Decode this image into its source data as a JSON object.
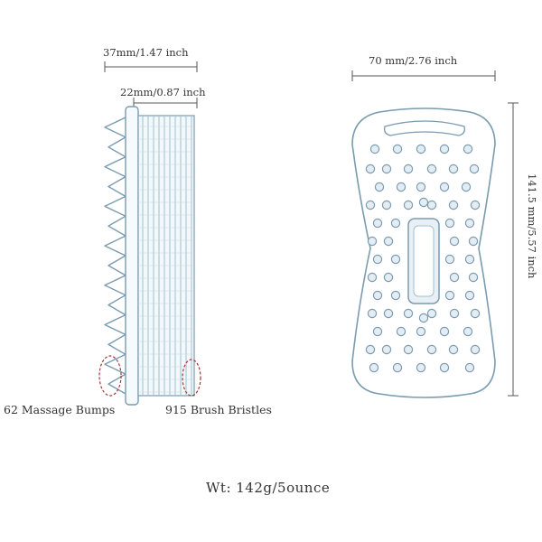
{
  "dimensions": {
    "side_total_width": "37mm/1.47 inch",
    "side_body_width": "22mm/0.87 inch",
    "front_width": "70 mm/2.76 inch",
    "front_height": "141.5 mm/5.57 inch"
  },
  "callouts": {
    "massage_bumps": "62 Massage Bumps",
    "brush_bristles": "915 Brush Bristles"
  },
  "weight": "Wt: 142g/5ounce",
  "colors": {
    "outline": "#7a9bb0",
    "bristle": "#9fc0d2",
    "dimension_line": "#555555",
    "callout_circle": "#a03a3a",
    "bump_fill": "#e3edf3"
  }
}
